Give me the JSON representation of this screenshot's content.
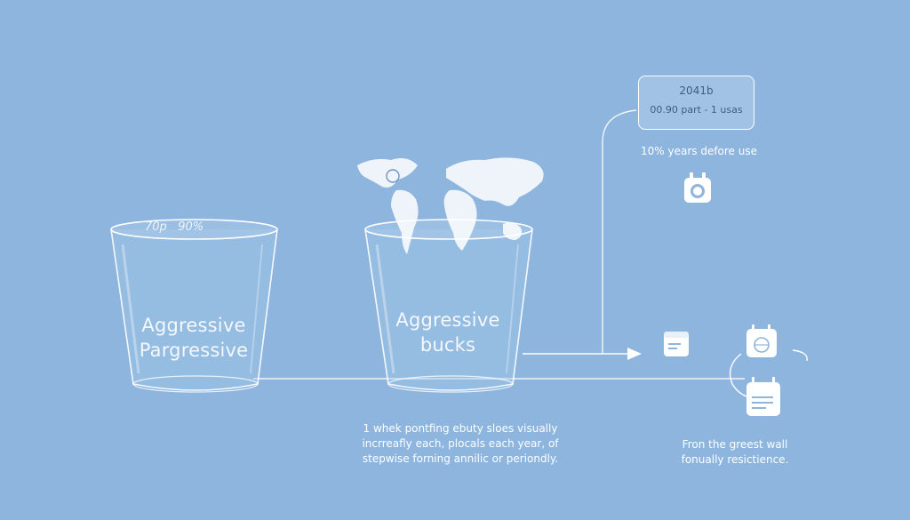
{
  "info_box": {
    "line1": "2041b",
    "line2": "00.90 part - 1 usas"
  },
  "info_caption": "10% years defore use",
  "cup1": {
    "top_text": "70p   90%",
    "label_line1": "Aggressive",
    "label_line2": "Pargressive"
  },
  "cup2": {
    "label_line1": "Aggressive",
    "label_line2": "bucks"
  },
  "caption_center": {
    "line1": "1 whek pontfing ebuty sloes visually",
    "line2": "incrreafly each, plocals each year, of",
    "line3": "stepwise forning annilic or periondly."
  },
  "caption_right": {
    "line1": "Fron the greest wall",
    "line2": "fonually resictience."
  },
  "icons": [
    "globe-icon",
    "calendar-icon",
    "clock-icon"
  ],
  "colors": {
    "background": "#8db5de",
    "line": "#ffffff",
    "cup_fill": "#9bbfe3"
  }
}
